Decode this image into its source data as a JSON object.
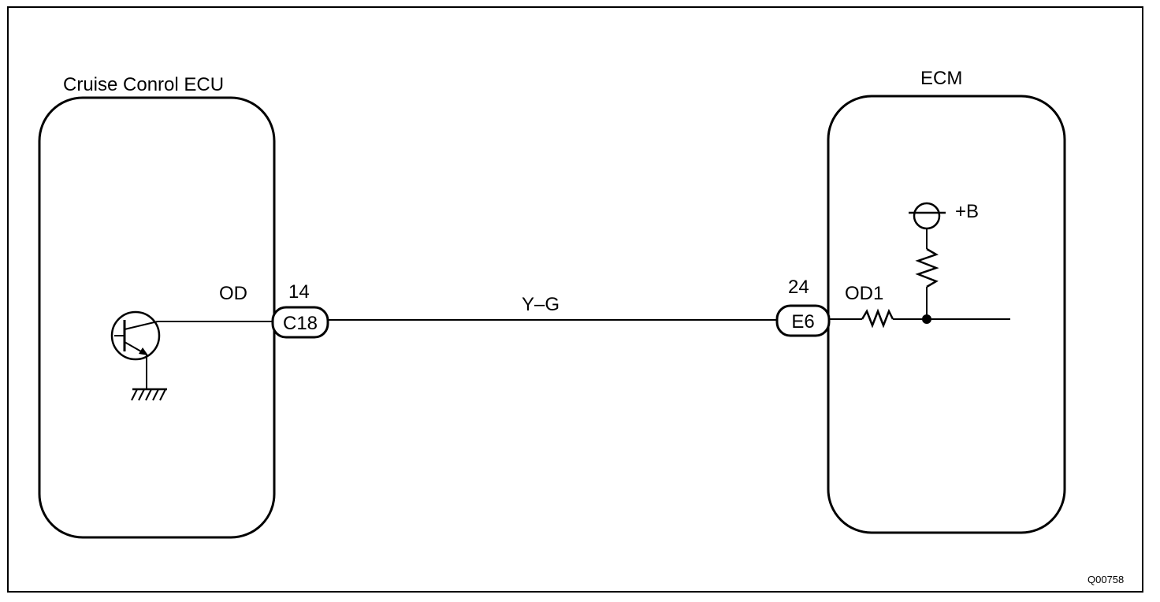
{
  "diagram": {
    "ecu_left_title": "Cruise Conrol ECU",
    "ecu_right_title": "ECM",
    "left_terminal_name": "OD",
    "left_pin": "14",
    "left_connector": "C18",
    "wire_color": "Y–G",
    "right_pin": "24",
    "right_connector": "E6",
    "right_terminal_name": "OD1",
    "supply_label": "+B",
    "figure_code": "Q00758"
  },
  "icons": {
    "transistor": "npn-transistor-icon",
    "ground": "ground-icon",
    "resistor": "resistor-icon",
    "supply": "power-supply-icon",
    "junction": "junction-dot-icon"
  },
  "colors": {
    "line": "#000000",
    "background": "#ffffff"
  }
}
